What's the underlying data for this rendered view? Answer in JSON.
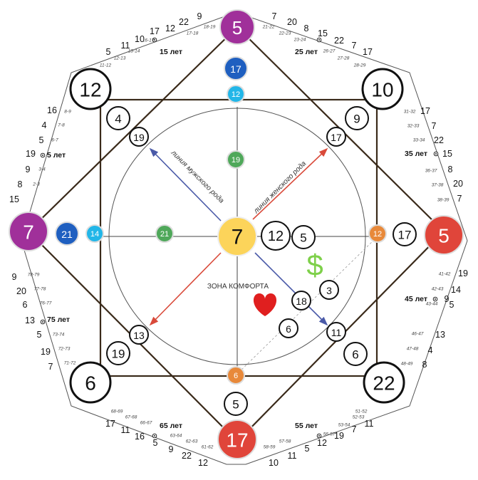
{
  "center": "7",
  "corners_main": {
    "top": "5",
    "left": "7",
    "right": "5",
    "bottom": "17"
  },
  "corners_diag": {
    "top_left": "12",
    "top_right": "10",
    "bottom_left": "6",
    "bottom_right": "22"
  },
  "inner_top": [
    "17",
    "12",
    "19"
  ],
  "inner_left": [
    "21",
    "14",
    "21"
  ],
  "inner_right": [
    "12",
    "5",
    "12",
    "17"
  ],
  "inner_bottom": [
    "6",
    "5"
  ],
  "diag_nums": {
    "tl_outer": "4",
    "tl_inner": "19",
    "tr_outer": "9",
    "tr_inner": "17",
    "bl_outer": "19",
    "bl_inner": "13",
    "br_outer": "6",
    "br_inner": "11"
  },
  "comfort_nums": [
    "18",
    "3",
    "6"
  ],
  "zone_label": "ЗОНА КОМФОРТА",
  "male_line": "линия мужского рода",
  "female_line": "линия женского рода",
  "dollar": "$",
  "heart_icon": "heart-icon",
  "ages": {
    "a5": "5 лет",
    "a15": "15 лет",
    "a25": "25 лет",
    "a35": "35 лет",
    "a45": "45 лет",
    "a55": "55 лет",
    "a65": "65 лет",
    "a75": "75 лет"
  },
  "sides": {
    "top_left": {
      "nums": [
        "17",
        "10",
        "11",
        "5"
      ],
      "ticks": [
        "16-17",
        "13-14",
        "12-13",
        "11-12"
      ]
    },
    "top_l2": {
      "nums": [
        "22",
        "12",
        "9"
      ],
      "ticks": [
        "18-19",
        "17-18"
      ]
    },
    "top_right": {
      "nums": [
        "7",
        "20",
        "8",
        "15"
      ],
      "ticks": [
        "21-22",
        "22-23",
        "23-24"
      ]
    },
    "top_r2": {
      "nums": [
        "22",
        "7",
        "17"
      ],
      "ticks": [
        "26-27",
        "27-28",
        "28-29"
      ]
    },
    "right_up": {
      "nums": [
        "17",
        "7",
        "22",
        "15",
        "8",
        "20",
        "7"
      ],
      "ticks": [
        "31-32",
        "32-33",
        "33-34",
        "36-37",
        "37-38",
        "38-39"
      ]
    },
    "right_low": {
      "nums": [
        "19",
        "14",
        "5",
        "9",
        "13",
        "4",
        "8"
      ],
      "ticks": [
        "41-42",
        "42-43",
        "43-44",
        "46-47",
        "47-48",
        "48-49"
      ]
    },
    "bot_right": {
      "nums": [
        "12",
        "19",
        "7",
        "11"
      ],
      "ticks": [
        "56-57",
        "53-54",
        "52-53",
        "51-52"
      ]
    },
    "bot_r2": {
      "nums": [
        "10",
        "11",
        "5"
      ],
      "ticks": [
        "58-59",
        "57-58"
      ]
    },
    "bot_left": {
      "nums": [
        "5",
        "9",
        "22",
        "12"
      ],
      "ticks": [
        "63-64",
        "62-63",
        "61-62"
      ]
    },
    "bot_l2": {
      "nums": [
        "17",
        "11",
        "16"
      ],
      "ticks": [
        "68-69",
        "67-68",
        "66-67"
      ]
    },
    "left_low": {
      "nums": [
        "9",
        "20",
        "6",
        "13",
        "5",
        "19",
        "7"
      ],
      "ticks": [
        "78-79",
        "77-78",
        "76-77",
        "73-74",
        "72-73",
        "71-72"
      ]
    },
    "left_up": {
      "nums": [
        "16",
        "4",
        "5",
        "19",
        "9",
        "8",
        "15"
      ],
      "ticks": [
        "8-9",
        "7-8",
        "6-7",
        "3-4",
        "2-3"
      ]
    }
  }
}
